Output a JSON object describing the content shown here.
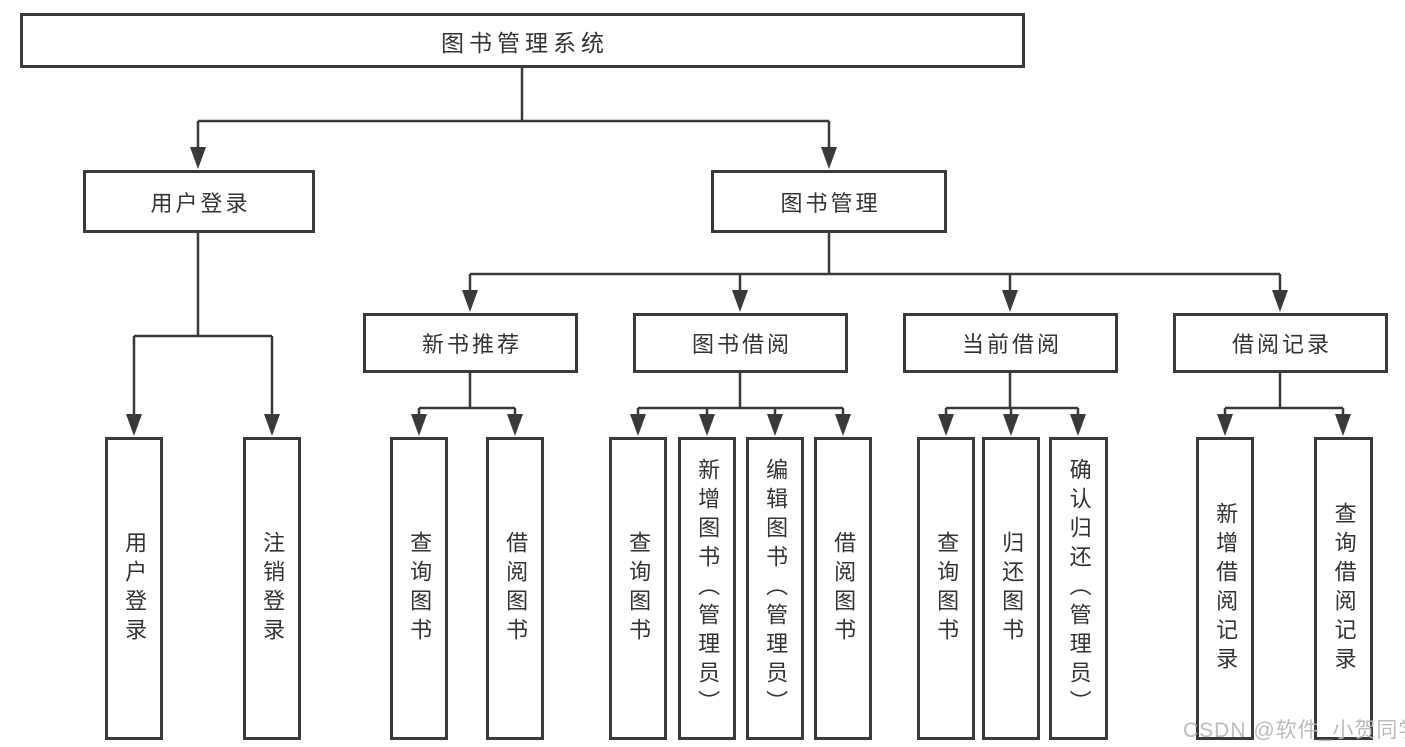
{
  "colors": {
    "line": "#3a3a3a",
    "box_border": "#3a3a3a",
    "text": "#333333",
    "background": "#ffffff",
    "watermark": "#b8b8b8"
  },
  "tree": {
    "root": {
      "label": "图书管理系统"
    },
    "branches": [
      {
        "label": "用户登录",
        "children": [
          {
            "label": "用户登录"
          },
          {
            "label": "注销登录"
          }
        ]
      },
      {
        "label": "图书管理",
        "sections": [
          {
            "label": "新书推荐",
            "children": [
              {
                "label": "查询图书"
              },
              {
                "label": "借阅图书"
              }
            ]
          },
          {
            "label": "图书借阅",
            "children": [
              {
                "label": "查询图书"
              },
              {
                "label": "新增图书（管理员）"
              },
              {
                "label": "编辑图书（管理员）"
              },
              {
                "label": "借阅图书"
              }
            ]
          },
          {
            "label": "当前借阅",
            "children": [
              {
                "label": "查询图书"
              },
              {
                "label": "归还图书"
              },
              {
                "label": "确认归还（管理员）"
              }
            ]
          },
          {
            "label": "借阅记录",
            "children": [
              {
                "label": "新增借阅记录"
              },
              {
                "label": "查询借阅记录"
              }
            ]
          }
        ]
      }
    ]
  },
  "watermark": {
    "text": "CSDN @软件_小贺同学"
  }
}
